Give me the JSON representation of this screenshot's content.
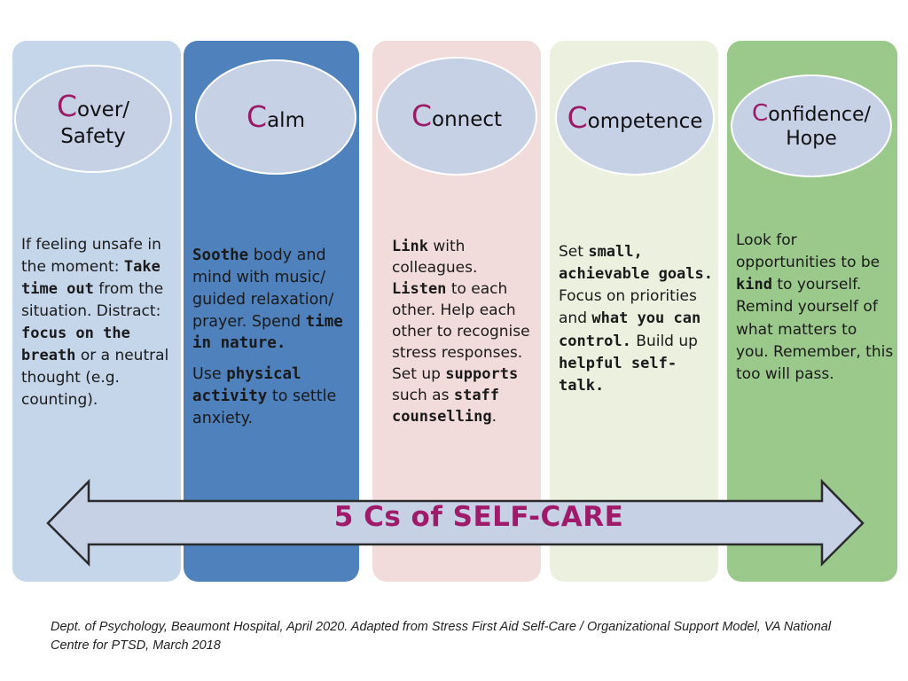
{
  "columns": [
    {
      "initial": "C",
      "title_rest_1": "over/",
      "title_line_2": "Safety",
      "body": [
        {
          "t": "If feeling unsafe in the moment: "
        },
        {
          "t": "Take time out",
          "b": true
        },
        {
          "t": " from the situation. Distract: "
        },
        {
          "t": "focus on the breath",
          "b": true
        },
        {
          "t": " or a neutral thought (e.g. counting)."
        }
      ]
    },
    {
      "initial": "C",
      "title_rest_1": "alm",
      "title_line_2": "",
      "body": [
        {
          "t": "Soothe",
          "b": true
        },
        {
          "t": " body and mind with music/ guided relaxation/ prayer. Spend "
        },
        {
          "t": "time in nature.",
          "b": true
        },
        {
          "br": true
        },
        {
          "t": "Use "
        },
        {
          "t": "physical activity",
          "b": true
        },
        {
          "t": " to settle anxiety."
        }
      ]
    },
    {
      "initial": "C",
      "title_rest_1": "onnect",
      "title_line_2": "",
      "body": [
        {
          "t": "Link",
          "b": true
        },
        {
          "t": " with colleagues. "
        },
        {
          "t": "Listen",
          "b": true
        },
        {
          "t": " to each other. Help each other to recognise stress responses. Set up "
        },
        {
          "t": "supports",
          "b": true
        },
        {
          "t": " such as "
        },
        {
          "t": "staff counselling",
          "b": true
        },
        {
          "t": "."
        }
      ]
    },
    {
      "initial": "C",
      "title_rest_1": "ompetence",
      "title_line_2": "",
      "body": [
        {
          "t": "Set "
        },
        {
          "t": "small, achievable goals.",
          "b": true
        },
        {
          "t": " Focus on priorities and "
        },
        {
          "t": "what you can control.",
          "b": true
        },
        {
          "t": " Build up "
        },
        {
          "t": "helpful self-talk.",
          "b": true
        }
      ]
    },
    {
      "initial": "C",
      "title_rest_1": "onfidence/",
      "title_line_2": "Hope",
      "body": [
        {
          "t": "Look for opportunities to be "
        },
        {
          "t": "kind",
          "b": true
        },
        {
          "t": " to yourself. Remind yourself of what matters to you. Remember, this too will pass."
        }
      ]
    }
  ],
  "arrow_label": "5 Cs of SELF-CARE",
  "footer": "Dept. of Psychology, Beaumont Hospital, April 2020. Adapted from Stress First Aid Self-Care / Organizational Support Model, VA National Centre for PTSD, March 2018",
  "colors": {
    "cover_panel": "#c5d6ea",
    "calm_panel": "#4f81bd",
    "connect_panel": "#f2dcdb",
    "competence_panel": "#ebf1de",
    "confidence_panel": "#9bc98c",
    "bubble": "#c6d1e6",
    "accent_magenta": "#a01a6a",
    "arrow_fill": "#c6d1e6"
  },
  "icons": [
    "double-headed-arrow-icon"
  ]
}
